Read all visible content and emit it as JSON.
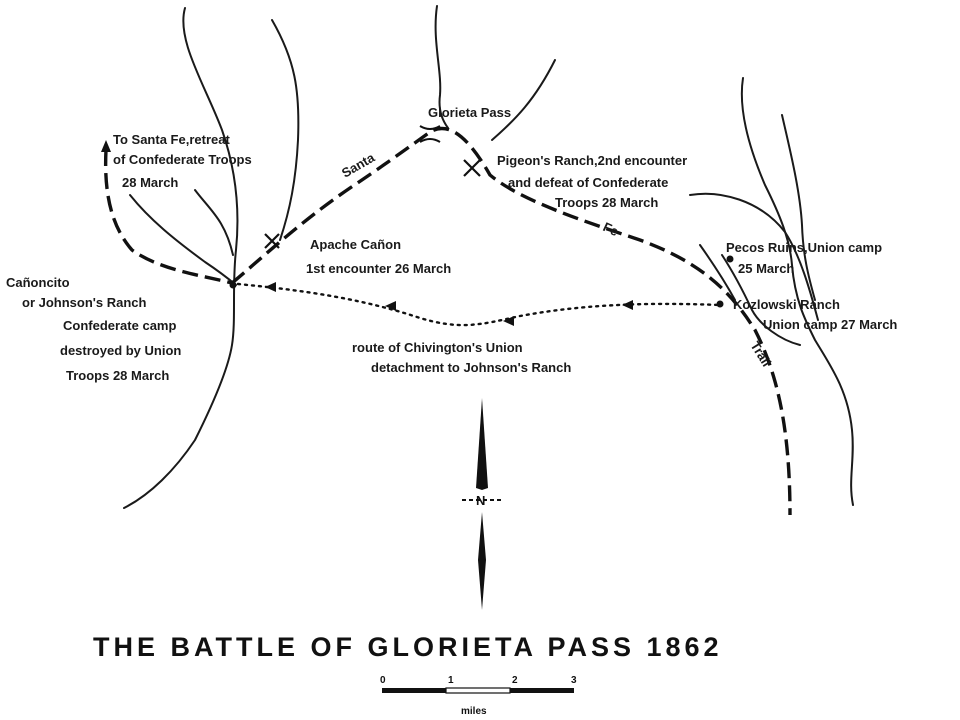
{
  "title": "THE BATTLE OF GLORIETA PASS 1862",
  "labels": {
    "santa_fe_retreat": [
      "To Santa Fe,retreat",
      "of Confederate Troops",
      "28 March"
    ],
    "glorieta_pass": "Glorieta Pass",
    "pigeons_ranch": [
      "Pigeon's Ranch,2nd encounter",
      "and defeat of Confederate",
      "Troops 28 March"
    ],
    "apache_canon": [
      "Apache Cañon",
      "1st encounter 26 March"
    ],
    "pecos_ruins": [
      "Pecos Ruins,Union camp",
      "25 March"
    ],
    "canoncito": [
      "Cañoncito",
      "or Johnson's Ranch",
      "Confederate camp",
      "destroyed by Union",
      "Troops 28 March"
    ],
    "kozlowski": [
      "Kozlowski Ranch",
      "Union camp 27 March"
    ],
    "chivington_route": [
      "route of Chivington's Union",
      "detachment to Johnson's Ranch"
    ]
  },
  "trail_words": [
    "Santa",
    "Fe",
    "Trail"
  ],
  "north": "N",
  "scale": {
    "ticks": [
      "0",
      "1",
      "2",
      "3"
    ],
    "unit": "miles"
  }
}
